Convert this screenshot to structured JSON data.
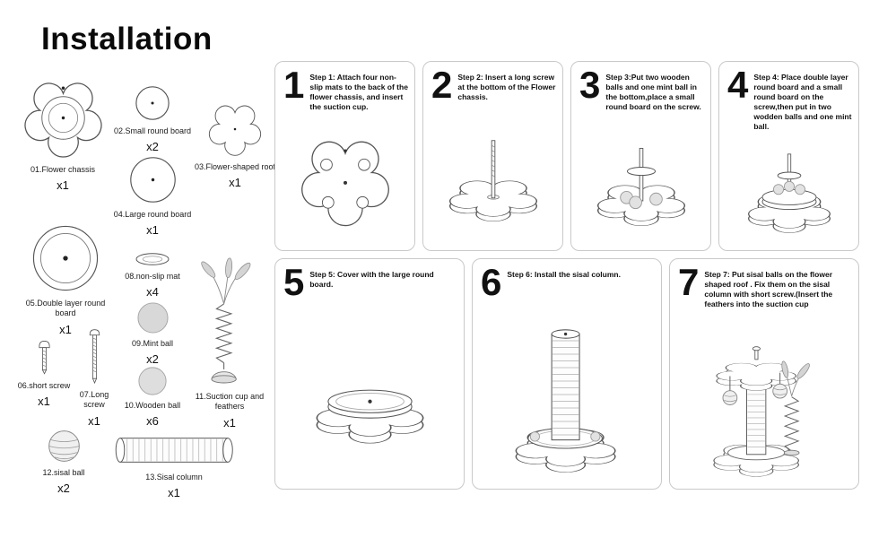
{
  "page": {
    "title": "Installation"
  },
  "parts": [
    {
      "label": "01.Flower chassis",
      "qty": "x1"
    },
    {
      "label": "02.Small round board",
      "qty": "x2"
    },
    {
      "label": "03.Flower-shaped roof",
      "qty": "x1"
    },
    {
      "label": "04.Large round board",
      "qty": "x1"
    },
    {
      "label": "05.Double layer round board",
      "qty": "x1"
    },
    {
      "label": "06.short screw",
      "qty": "x1"
    },
    {
      "label": "07.Long screw",
      "qty": "x1"
    },
    {
      "label": "08.non-slip mat",
      "qty": "x4"
    },
    {
      "label": "09.Mint ball",
      "qty": "x2"
    },
    {
      "label": "10.Wooden ball",
      "qty": "x6"
    },
    {
      "label": "11.Suction cup and feathers",
      "qty": "x1"
    },
    {
      "label": "12.sisal ball",
      "qty": "x2"
    },
    {
      "label": "13.Sisal column",
      "qty": "x1"
    }
  ],
  "steps": [
    {
      "num": "1",
      "text": "Step 1: Attach four non-slip mats to the back of the flower chassis, and insert the suction cup."
    },
    {
      "num": "2",
      "text": "Step 2: Insert a long screw at the bottom of the Flower chassis."
    },
    {
      "num": "3",
      "text": "Step 3:Put two wooden balls and one mint ball in the bottom,place a small round board on the screw."
    },
    {
      "num": "4",
      "text": "Step 4: Place double layer round board and a small round board on the screw,then put in two wodden balls and one mint ball."
    },
    {
      "num": "5",
      "text": "Step 5: Cover with the large round board."
    },
    {
      "num": "6",
      "text": "Step 6: Install the sisal column."
    },
    {
      "num": "7",
      "text": "Step 7: Put sisal balls on the flower shaped roof . Fix them on the sisal column with short screw.(Insert the feathers into the suction cup"
    }
  ]
}
